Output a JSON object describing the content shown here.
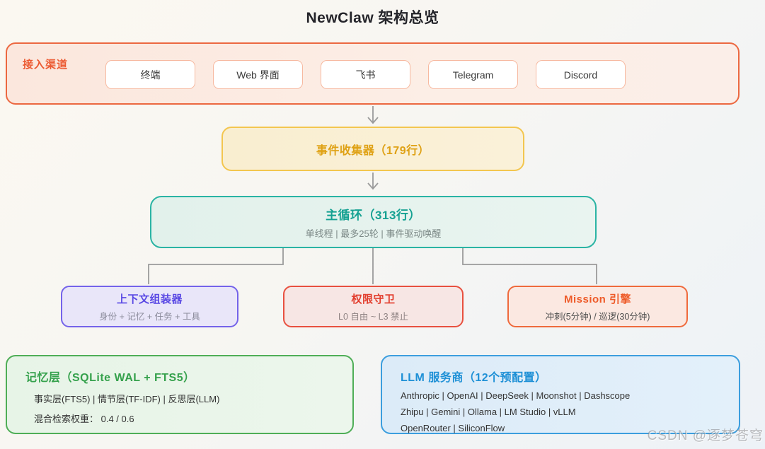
{
  "page": {
    "title": "NewClaw 架构总览",
    "watermark": "CSDN @逐梦苍穹"
  },
  "channels": {
    "label": "接入渠道",
    "items": [
      "终端",
      "Web 界面",
      "飞书",
      "Telegram",
      "Discord"
    ]
  },
  "collector": {
    "title": "事件收集器（179行）"
  },
  "main_loop": {
    "title": "主循环（313行）",
    "subtitle": "单线程 | 最多25轮 | 事件驱动唤醒"
  },
  "branches": [
    {
      "title": "上下文组装器",
      "subtitle": "身份 + 记忆 + 任务 + 工具"
    },
    {
      "title": "权限守卫",
      "subtitle": "L0 自由 ~ L3 禁止"
    },
    {
      "title": "Mission 引擎",
      "subtitle": "冲刺(5分钟) / 巡逻(30分钟)"
    }
  ],
  "memory": {
    "title": "记忆层（SQLite WAL + FTS5）",
    "lines": [
      "事实层(FTS5) | 情节层(TF-IDF) | 反思层(LLM)",
      "混合检索权重： 0.4 / 0.6"
    ]
  },
  "llm": {
    "title": "LLM 服务商（12个预配置）",
    "lines": [
      "Anthropic | OpenAI | DeepSeek | Moonshot | Dashscope",
      "Zhipu | Gemini | Ollama | LM Studio | vLLM",
      "OpenRouter | SiliconFlow"
    ]
  },
  "colors": {
    "channels_border": "#ec6840",
    "channels_fill": "#fbe9e1",
    "collector_border": "#f3c64f",
    "collector_text": "#dfa114",
    "mainloop_border": "#2ab4a4",
    "mainloop_text": "#15a192",
    "context_border": "#7463ea",
    "guard_border": "#e8503f",
    "mission_border": "#ef6a3c",
    "memory_border": "#4fae57",
    "memory_text": "#35a14c",
    "llm_border": "#3c9ede",
    "llm_text": "#1e90d6",
    "connector": "#9b9b9b"
  }
}
